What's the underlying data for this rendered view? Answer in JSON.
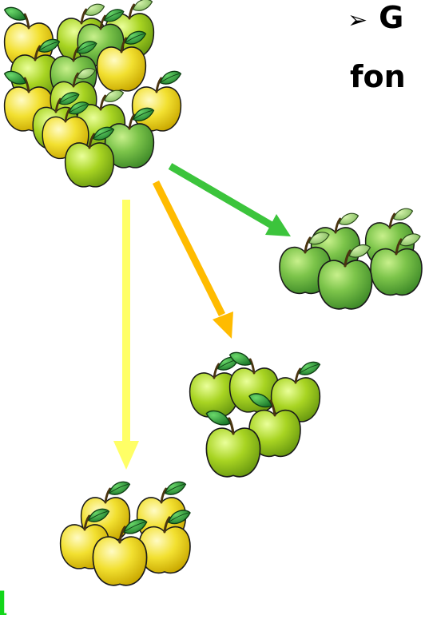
{
  "slide": {
    "bullet_glyph": "➢",
    "line_one_visible": "G",
    "line_two_visible": "fon",
    "corner_text": "l"
  },
  "icons": {
    "bullet": "arrow-bullet-icon",
    "source_group": "mixed-apple-pile-icon",
    "green_group": "green-apple-group-icon",
    "lime_group": "lime-apple-group-icon",
    "yellow_group": "yellow-apple-group-icon",
    "green_arrow": "green-arrow-icon",
    "orange_arrow": "orange-arrow-icon",
    "yellow_arrow": "yellow-arrow-icon"
  },
  "colors": {
    "green_arrow": "#3cc43c",
    "orange_arrow": "#ffbb00",
    "yellow_arrow": "#ffff66",
    "green_apple": "#7cc44a",
    "lime_apple": "#a8d422",
    "yellow_apple": "#f2e030",
    "leaf": "#2e9a2e",
    "corner_text": "#13d61a"
  }
}
